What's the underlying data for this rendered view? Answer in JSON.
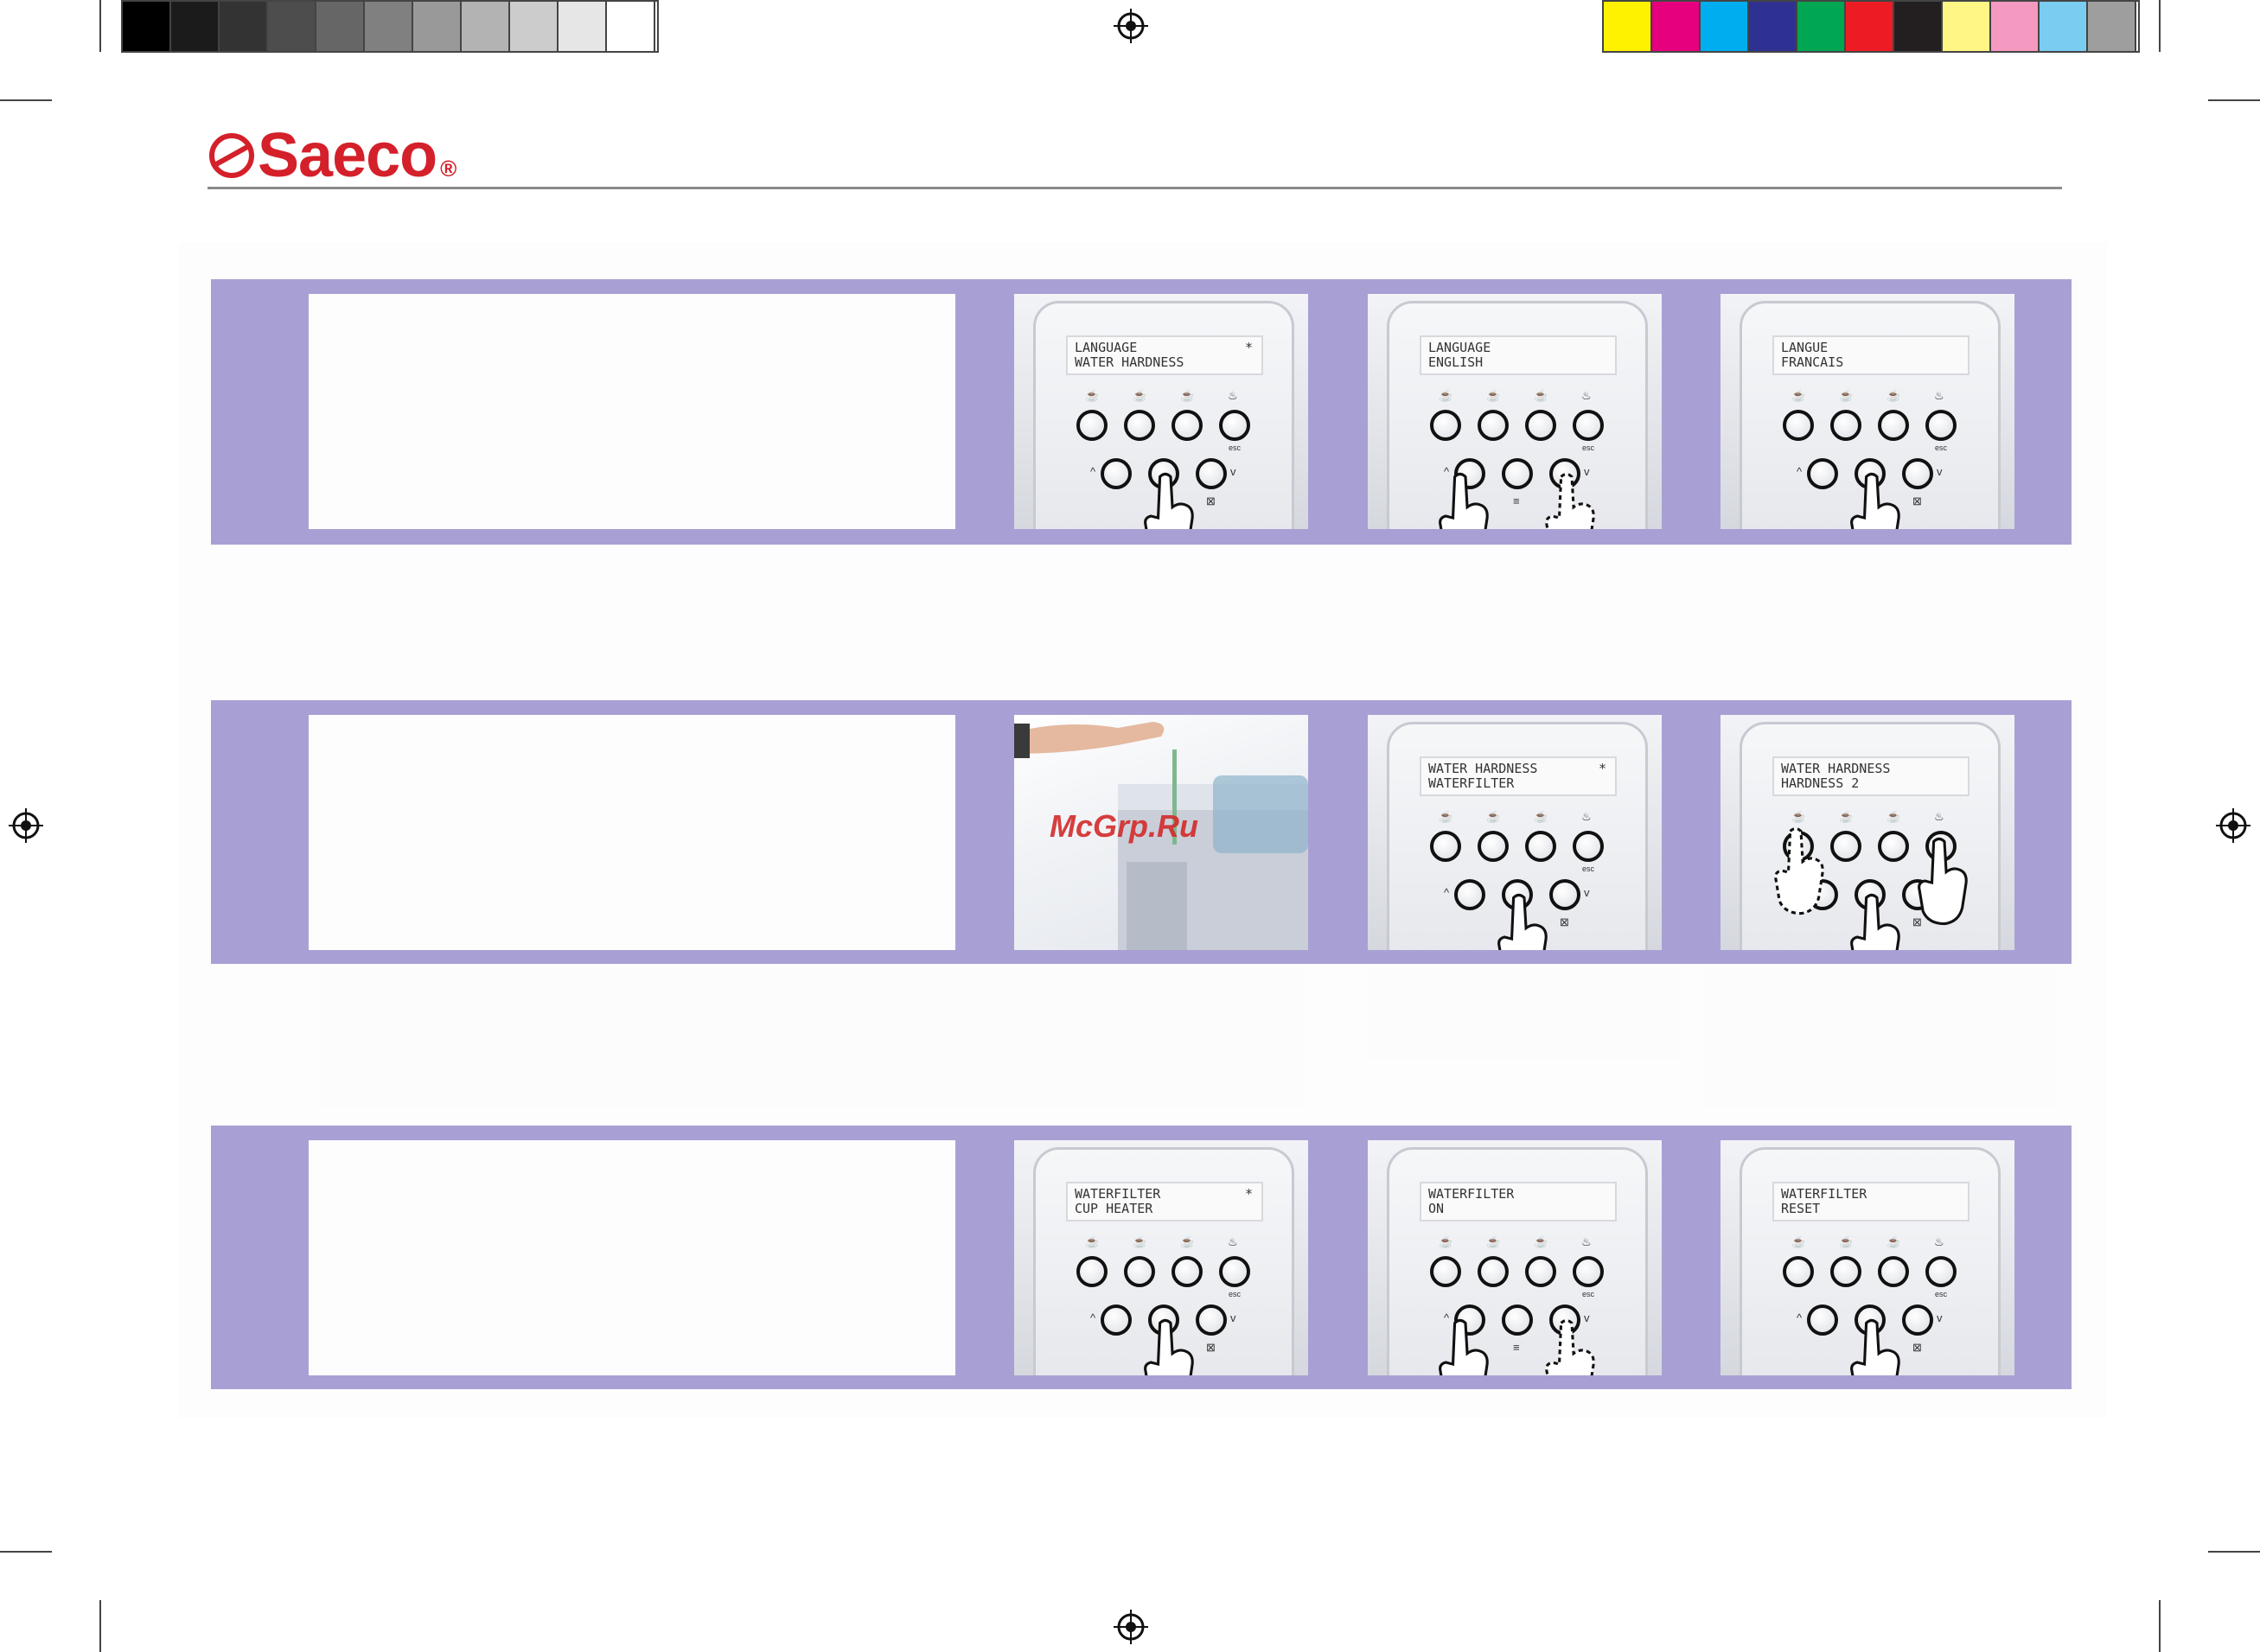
{
  "header": {
    "brand": "Saeco",
    "registered": "®"
  },
  "colors": {
    "band": "#a8a0d4",
    "brand_red": "#d4202a",
    "gray_swatches": [
      "#000000",
      "#1b1b1b",
      "#333333",
      "#4d4d4d",
      "#666666",
      "#808080",
      "#999999",
      "#b3b3b3",
      "#cccccc",
      "#e6e6e6",
      "#ffffff"
    ],
    "color_swatches": [
      "#fff200",
      "#e6007e",
      "#00aeef",
      "#2e3192",
      "#00a651",
      "#ed1c24",
      "#231f20",
      "#fff685",
      "#f49ac1",
      "#7accf0",
      "#9e9e9e"
    ]
  },
  "rows": [
    {
      "panels": [
        {
          "lcd_line1": "LANGUAGE",
          "lcd_line2": "WATER HARDNESS",
          "star": "*"
        },
        {
          "lcd_line1": "LANGUAGE",
          "lcd_line2": "ENGLISH",
          "star": ""
        },
        {
          "lcd_line1": "LANGUE",
          "lcd_line2": "FRANCAIS",
          "star": ""
        }
      ]
    },
    {
      "panels": [
        {
          "lcd_line1": "WATER HARDNESS",
          "lcd_line2": "WATERFILTER",
          "star": "*"
        },
        {
          "lcd_line1": "WATER HARDNESS",
          "lcd_line2": "HARDNESS 2",
          "star": ""
        }
      ]
    },
    {
      "panels": [
        {
          "lcd_line1": "WATERFILTER",
          "lcd_line2": "CUP HEATER",
          "star": "*"
        },
        {
          "lcd_line1": "WATERFILTER",
          "lcd_line2": "ON",
          "star": ""
        },
        {
          "lcd_line1": "WATERFILTER",
          "lcd_line2": "RESET",
          "star": ""
        }
      ]
    }
  ],
  "watermark": "McGrp.Ru",
  "icons": [
    "cup-small-icon",
    "cup-medium-icon",
    "cup-large-icon",
    "steam-icon",
    "up-arrow-icon",
    "down-arrow-icon",
    "menu-icon",
    "esc-icon",
    "program-icon"
  ]
}
